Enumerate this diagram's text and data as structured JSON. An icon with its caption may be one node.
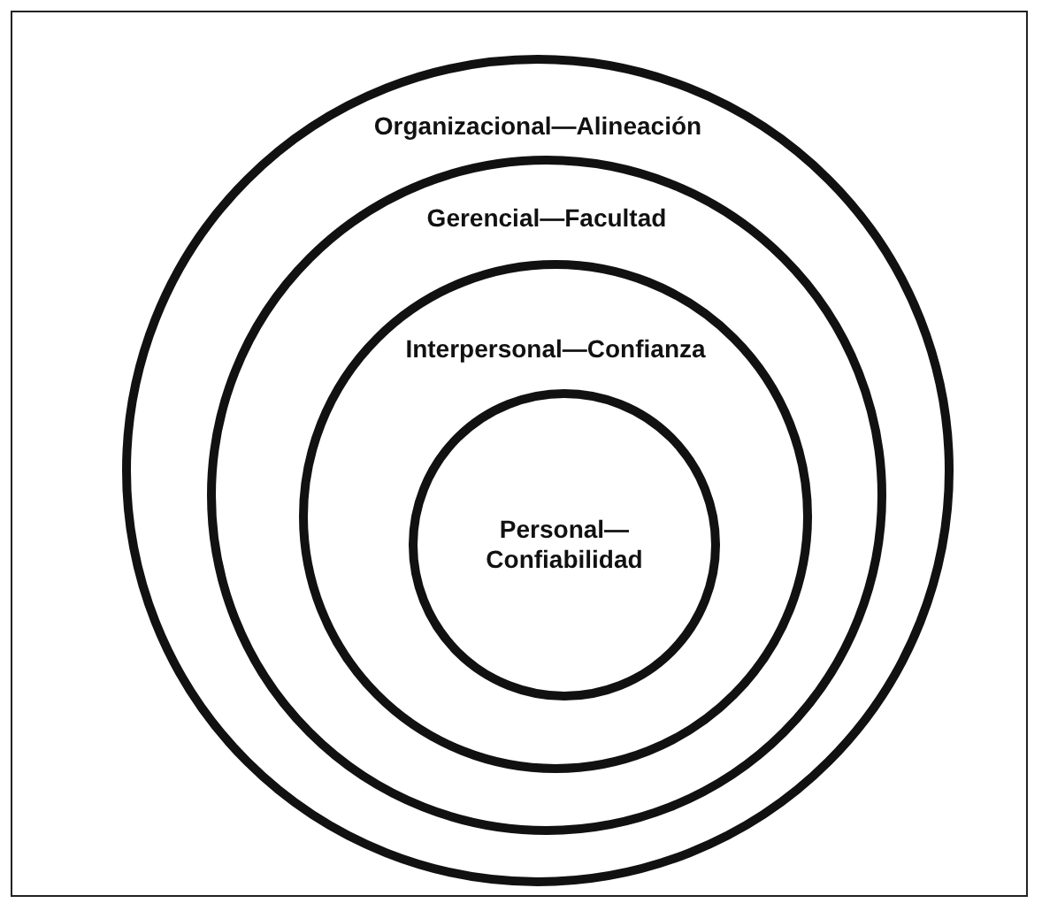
{
  "diagram": {
    "nodes": [
      {
        "text": [
          "Organizacional—Alineación"
        ]
      },
      {
        "text": [
          "Gerencial—Facultad"
        ],
        "in": 0
      },
      {
        "text": [
          "Interpersonal—Confianza"
        ],
        "in": 1
      },
      {
        "text": [
          "Personal— Confiabilidad"
        ],
        "in": 2
      }
    ]
  }
}
